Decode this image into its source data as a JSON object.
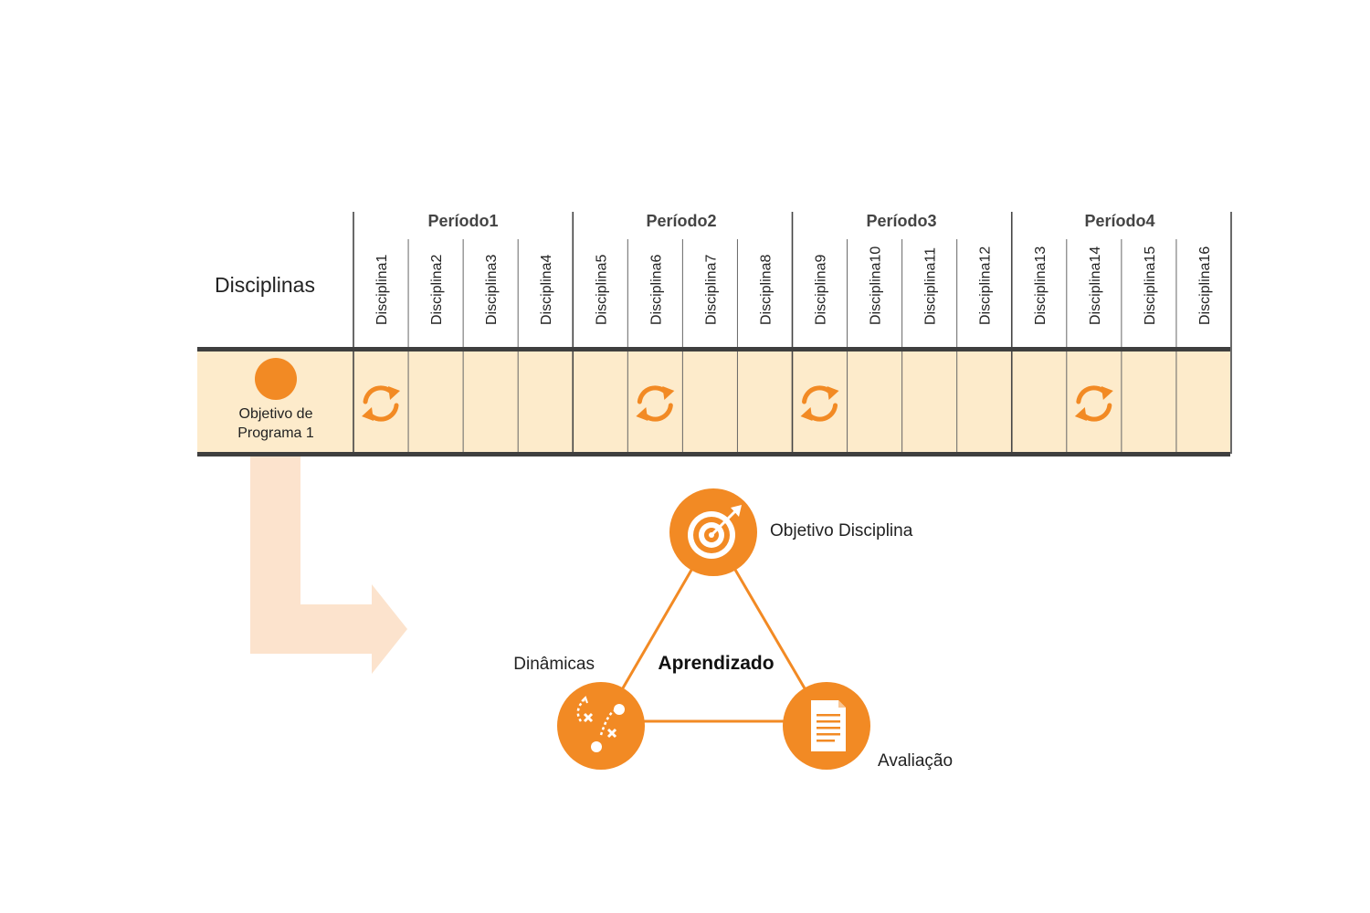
{
  "matrix": {
    "header_label": "Disciplinas",
    "periods": [
      "Período1",
      "Período2",
      "Período3",
      "Período4"
    ],
    "disciplines": [
      "Disciplina1",
      "Disciplina2",
      "Disciplina3",
      "Disciplina4",
      "Disciplina5",
      "Disciplina6",
      "Disciplina7",
      "Disciplina8",
      "Disciplina9",
      "Disciplina10",
      "Disciplina11",
      "Disciplina12",
      "Disciplina13",
      "Disciplina14",
      "Disciplina15",
      "Disciplina16"
    ],
    "objective_row": {
      "label_line1": "Objetivo de",
      "label_line2": "Programa 1",
      "marked_disciplines": [
        "Disciplina1",
        "Disciplina6",
        "Disciplina9",
        "Disciplina14"
      ],
      "marker_icon": "refresh-cycle-icon"
    }
  },
  "cycle": {
    "center_label": "Aprendizado",
    "nodes": {
      "objetivo": {
        "label": "Objetivo Disciplina",
        "icon": "target-icon"
      },
      "dinamicas": {
        "label": "Dinâmicas",
        "icon": "strategy-play-icon"
      },
      "avaliacao": {
        "label": "Avaliação",
        "icon": "document-icon"
      }
    }
  },
  "colors": {
    "accent": "#F28A24",
    "row_fill": "#FDEBCB",
    "arrow_fill": "#FCE3CD",
    "rule": "#3f3f3f"
  }
}
